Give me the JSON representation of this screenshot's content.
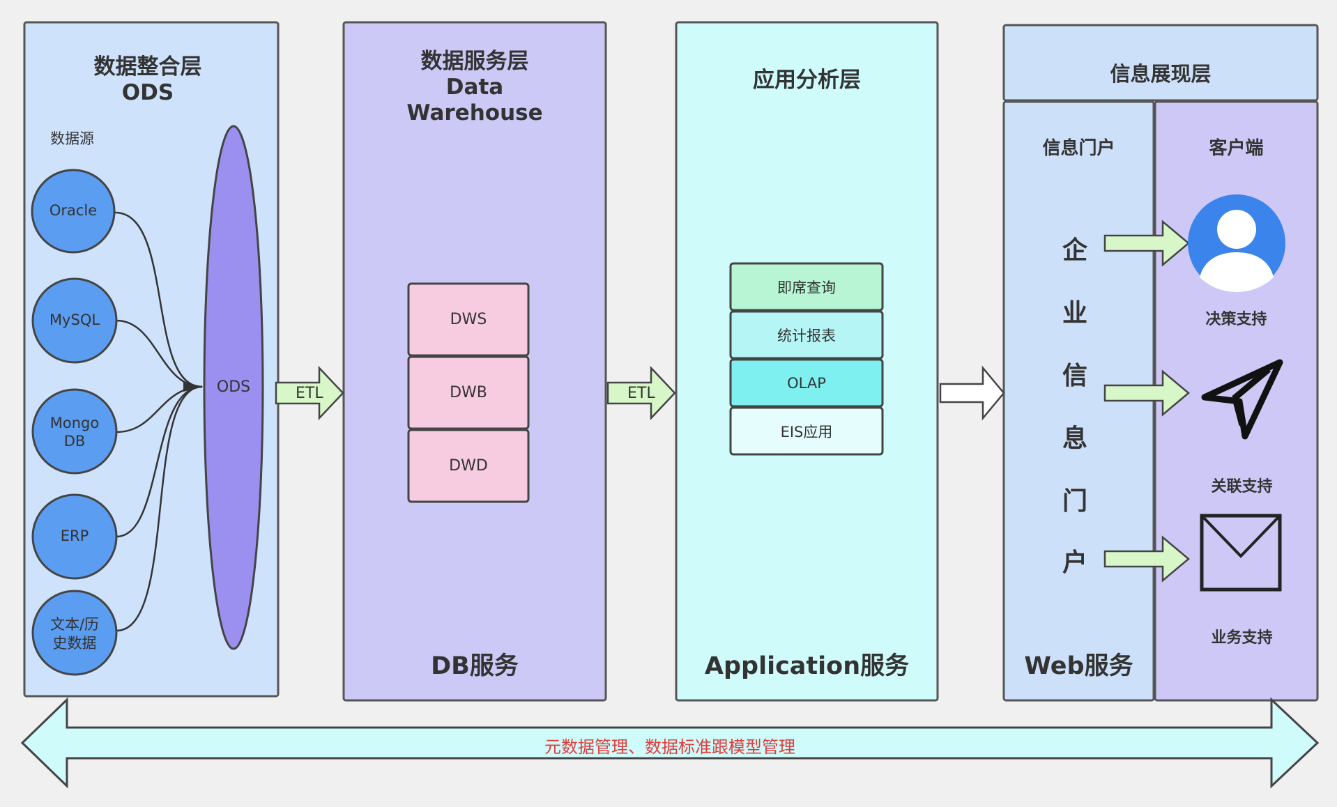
{
  "colors": {
    "background": "#f0f0f0",
    "ods_panel": "#cfe2fb",
    "dw_panel": "#cdc9f7",
    "app_panel": "#cffcfb",
    "portal_panel": "#cde0f9",
    "client_panel": "#cdc8f5",
    "source_circle": "#5b9df0",
    "ods_ellipse": "#9b8ff0",
    "dw_box": "#f7cce0",
    "etl_arrow": "#d8f7c9",
    "meta_arrow": "#cffcfb",
    "meta_text": "#e23b3b",
    "user_icon": "#3a84ec"
  },
  "ods_layer": {
    "title_line1": "数据整合层",
    "title_line2": "ODS",
    "sources_label": "数据源",
    "sources": [
      {
        "label": "Oracle",
        "label2": ""
      },
      {
        "label": "MySQL",
        "label2": ""
      },
      {
        "label": "Mongo",
        "label2": "DB"
      },
      {
        "label": "ERP",
        "label2": ""
      },
      {
        "label": "文本/历",
        "label2": "史数据"
      }
    ],
    "ods_label": "ODS"
  },
  "etl": {
    "label1": "ETL",
    "label2": "ETL"
  },
  "dw_layer": {
    "title_line1": "数据服务层",
    "title_line2": "Data",
    "title_line3": "Warehouse",
    "boxes": [
      "DWS",
      "DWB",
      "DWD"
    ],
    "service": "DB服务"
  },
  "app_layer": {
    "title": "应用分析层",
    "items": [
      "即席查询",
      "统计报表",
      "OLAP",
      "EIS应用"
    ],
    "service": "Application服务"
  },
  "info_layer": {
    "title": "信息展现层",
    "portal_title": "信息门户",
    "portal_chars": [
      "企",
      "业",
      "信",
      "息",
      "门",
      "户"
    ],
    "service": "Web服务",
    "client_title": "客户端",
    "client_items": [
      "决策支持",
      "关联支持",
      "业务支持"
    ],
    "client_icons": [
      "user-icon",
      "send-icon",
      "mail-icon"
    ]
  },
  "bottom": {
    "label": "元数据管理、数据标准跟模型管理"
  }
}
